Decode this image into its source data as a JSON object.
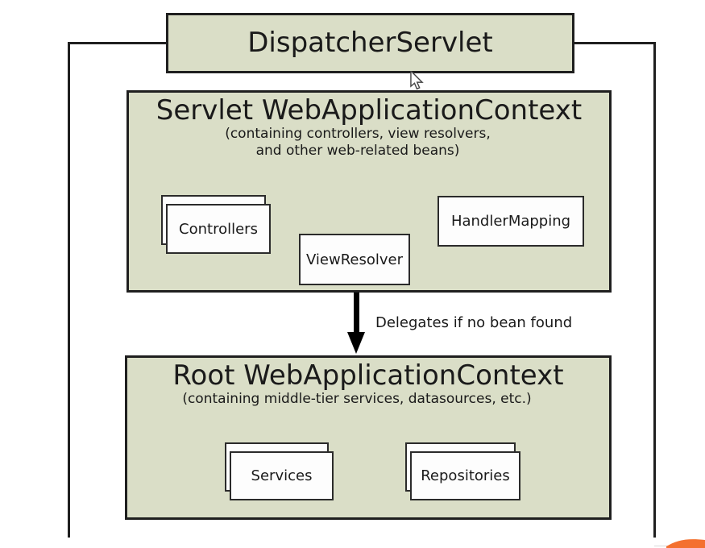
{
  "diagram": {
    "dispatcher": {
      "label": "DispatcherServlet"
    },
    "servlet_context": {
      "title": "Servlet WebApplicationContext",
      "subtitle_line1": "(containing controllers, view resolvers,",
      "subtitle_line2": "and other web-related beans)",
      "beans": {
        "controllers": "Controllers",
        "view_resolver": "ViewResolver",
        "handler_mapping": "HandlerMapping"
      }
    },
    "arrow_label": "Delegates if no bean found",
    "root_context": {
      "title": "Root WebApplicationContext",
      "subtitle": "(containing middle-tier services, datasources, etc.)",
      "beans": {
        "services": "Services",
        "repositories": "Repositories"
      }
    },
    "icons": {
      "cursor": "mouse-pointer-icon",
      "swoosh": "orange-swoosh-icon"
    },
    "colors": {
      "context_fill": "#dadec7",
      "border": "#1f1f1f",
      "bean_fill": "#fdfdfd",
      "accent_orange": "#f4702f"
    }
  }
}
